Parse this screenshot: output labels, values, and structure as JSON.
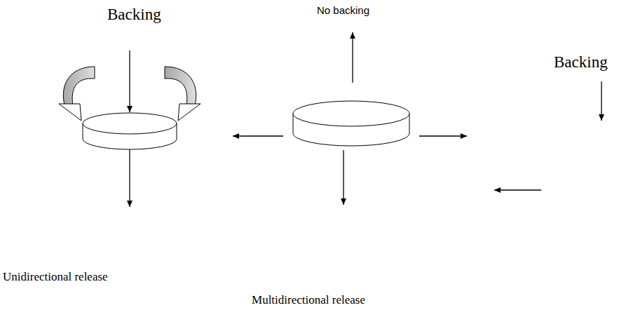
{
  "diagram": {
    "labels": [
      "Backing",
      "No backing",
      "Backing",
      "Unidirectional release",
      "Multidirectional release"
    ]
  }
}
